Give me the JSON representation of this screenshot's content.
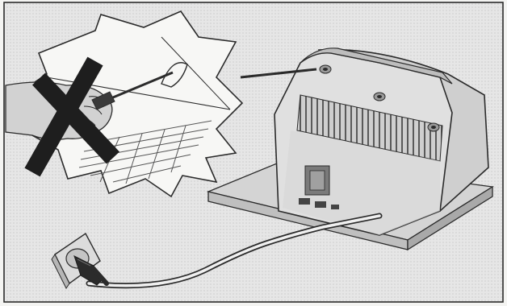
{
  "figure": {
    "kind": "safety-warning-illustration",
    "palette": {
      "paper": "#f4f4f2",
      "panel": "#e6e6e6",
      "ink": "#2b2b2b",
      "cross": "#1e1e1e",
      "shelf": "#d4d4d4",
      "tv_body": "#dcdcdc"
    },
    "parts": {
      "prohibition": "cross-mark-icon",
      "warning_burst": "starburst-callout",
      "tool": "screwdriver-icon",
      "appliance": "crt-television-rear",
      "socket": "wall-socket-icon",
      "plug": "power-plug-icon"
    }
  }
}
